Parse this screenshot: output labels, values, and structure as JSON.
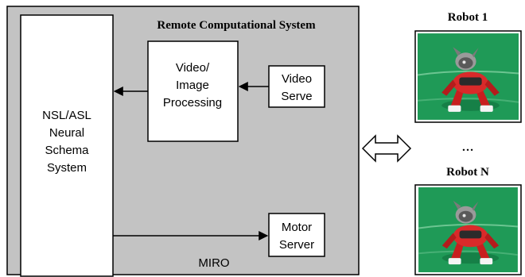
{
  "system": {
    "title": "Remote Computational System",
    "footer": "MIRO"
  },
  "boxes": {
    "neural": [
      "NSL/ASL",
      "Neural",
      "Schema",
      "System"
    ],
    "video_processing": [
      "Video/",
      "Image",
      "Processing"
    ],
    "video_serve": [
      "Video",
      "Serve"
    ],
    "motor_server": [
      "Motor",
      "Server"
    ]
  },
  "robots": {
    "robot1_label": "Robot 1",
    "ellipsis": "…",
    "robotN_label": "Robot N"
  },
  "colors": {
    "panel_fill": "#c3c3c3",
    "box_fill": "#ffffff",
    "field_green": "#1f9a57",
    "robot_red": "#d92a2a"
  }
}
